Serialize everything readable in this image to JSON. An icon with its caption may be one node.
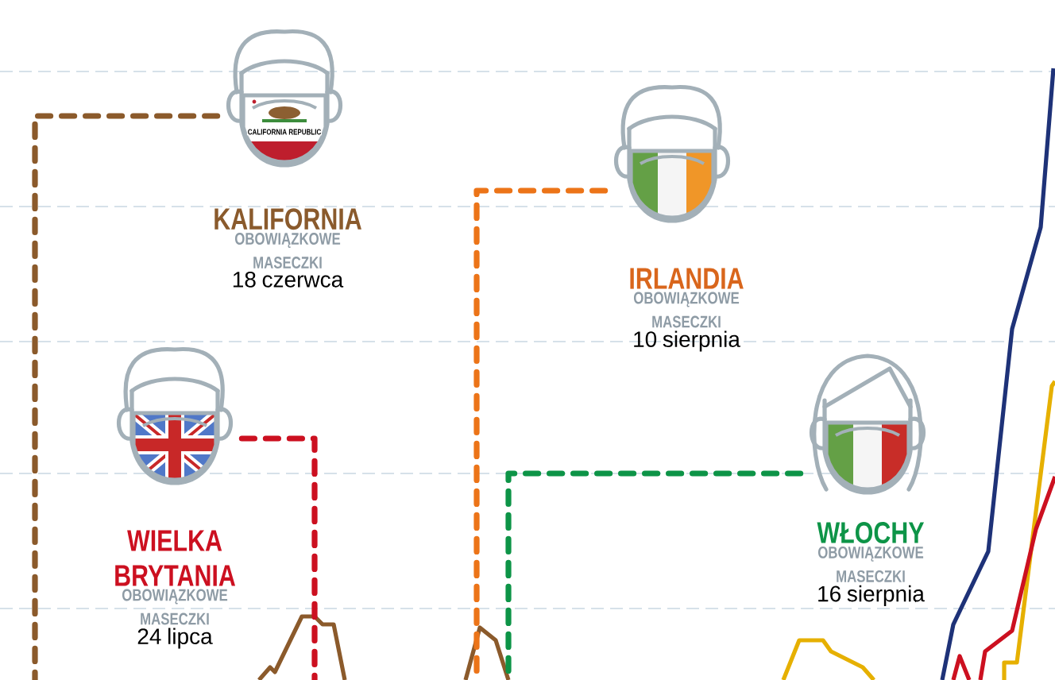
{
  "diagram": {
    "nodes": [
      {
        "text": [],
        "shape": "picture"
      },
      {
        "text": [
          "KALIFORNIA",
          "OBOWIĄZKOWE MASECZKI",
          "18 czerwca"
        ]
      },
      {
        "text": [],
        "shape": "picture"
      },
      {
        "text": [
          "IRLANDIA",
          "OBOWIĄZKOWE MASECZKI",
          "10 sierpnia"
        ]
      },
      {
        "text": [],
        "shape": "picture"
      },
      {
        "text": [
          "WIELKA BRYTANIA",
          "OBOWIĄZKOWE MASECZKI",
          "24 lipca"
        ]
      },
      {
        "text": [],
        "shape": "picture"
      },
      {
        "text": [
          "WŁOCHY",
          "OBOWIĄZKOWE MASECZKI",
          "16 sierpnia"
        ]
      }
    ],
    "edges": [
      {
        "from": 0,
        "to": null,
        "arrow": "none",
        "style": "dashed",
        "color": "#8b5a2b"
      },
      {
        "from": 2,
        "to": null,
        "arrow": "none",
        "style": "dashed",
        "color": "#ec7418"
      },
      {
        "from": 4,
        "to": null,
        "arrow": "none",
        "style": "dashed",
        "color": "#cc1020"
      },
      {
        "from": 6,
        "to": null,
        "arrow": "none",
        "style": "dashed",
        "color": "#0d9447"
      }
    ],
    "labels": [
      "CALIFORNIA REPUBLIC"
    ]
  }
}
